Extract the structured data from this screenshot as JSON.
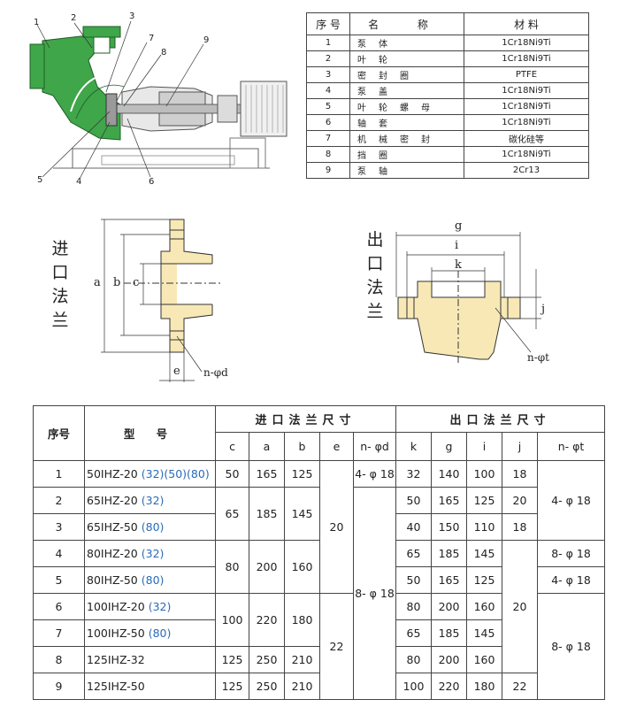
{
  "pump_callouts": [
    "1",
    "2",
    "3",
    "7",
    "8",
    "9",
    "5",
    "4",
    "6"
  ],
  "parts_table": {
    "headers": [
      "序 号",
      "名 称",
      "材 料"
    ],
    "rows": [
      {
        "no": "1",
        "name": "泵体",
        "material": "1Cr18Ni9Ti"
      },
      {
        "no": "2",
        "name": "叶轮",
        "material": "1Cr18Ni9Ti"
      },
      {
        "no": "3",
        "name": "密封圈",
        "material": "PTFE"
      },
      {
        "no": "4",
        "name": "泵盖",
        "material": "1Cr18Ni9Ti"
      },
      {
        "no": "5",
        "name": "叶轮螺母",
        "material": "1Cr18Ni9Ti"
      },
      {
        "no": "6",
        "name": "轴套",
        "material": "1Cr18Ni9Ti"
      },
      {
        "no": "7",
        "name": "机械密封",
        "material": "碳化硅等"
      },
      {
        "no": "8",
        "name": "挡圈",
        "material": "1Cr18Ni9Ti"
      },
      {
        "no": "9",
        "name": "泵轴",
        "material": "2Cr13"
      }
    ]
  },
  "inlet_flange": {
    "title_chars": [
      "进",
      "口",
      "法",
      "兰"
    ],
    "labels": {
      "a": "a",
      "b": "b",
      "c": "c",
      "e": "e",
      "nd": "n-φd"
    }
  },
  "outlet_flange": {
    "title_chars": [
      "出",
      "口",
      "法",
      "兰"
    ],
    "labels": {
      "g": "g",
      "i": "i",
      "k": "k",
      "j": "j",
      "nt": "n-φt"
    }
  },
  "dims_table": {
    "header": {
      "no": "序号",
      "model": "型 号",
      "inlet": "进口法兰尺寸",
      "outlet": "出口法兰尺寸",
      "sub": [
        "c",
        "a",
        "b",
        "e",
        "n- φd",
        "k",
        "g",
        "i",
        "j",
        "n- φt"
      ]
    },
    "rows": [
      {
        "no": "1",
        "model": "50IHZ-20 ",
        "alt": "(32)(50)(80)",
        "c": "50",
        "a": "165",
        "b": "125",
        "nd": "4- φ 18",
        "k": "32",
        "g": "140",
        "i": "100",
        "j": "18"
      },
      {
        "no": "2",
        "model": "65IHZ-20 ",
        "alt": "(32)",
        "k": "50",
        "g": "165",
        "i": "125",
        "j": "20"
      },
      {
        "no": "3",
        "model": "65IHZ-50 ",
        "alt": "(80)",
        "k": "40",
        "g": "150",
        "i": "110",
        "j": "18"
      },
      {
        "no": "4",
        "model": "80IHZ-20 ",
        "alt": "(32)",
        "k": "65",
        "g": "185",
        "i": "145",
        "nt": "8- φ 18"
      },
      {
        "no": "5",
        "model": "80IHZ-50 ",
        "alt": "(80)",
        "k": "50",
        "g": "165",
        "i": "125",
        "nt": "4- φ 18"
      },
      {
        "no": "6",
        "model": "100IHZ-20 ",
        "alt": "(32)",
        "k": "80",
        "g": "200",
        "i": "160"
      },
      {
        "no": "7",
        "model": "100IHZ-50 ",
        "alt": "(80)",
        "k": "65",
        "g": "185",
        "i": "145"
      },
      {
        "no": "8",
        "model": "125IHZ-32",
        "alt": "",
        "c": "125",
        "a": "250",
        "b": "210",
        "k": "80",
        "g": "200",
        "i": "160"
      },
      {
        "no": "9",
        "model": "125IHZ-50",
        "alt": "",
        "c": "125",
        "a": "250",
        "b": "210",
        "k": "100",
        "g": "220",
        "i": "180",
        "j": "22"
      }
    ],
    "merged": {
      "c_2_3": "65",
      "a_2_3": "185",
      "b_2_3": "145",
      "c_4_5": "80",
      "a_4_5": "200",
      "b_4_5": "160",
      "c_6_7": "100",
      "a_6_7": "220",
      "b_6_7": "180",
      "e_1_5": "20",
      "e_6_9": "22",
      "nd_2_9": "8- φ 18",
      "nt_1_3": "4- φ 18",
      "j_4_8": "20",
      "nt_6_9": "8- φ 18"
    }
  }
}
